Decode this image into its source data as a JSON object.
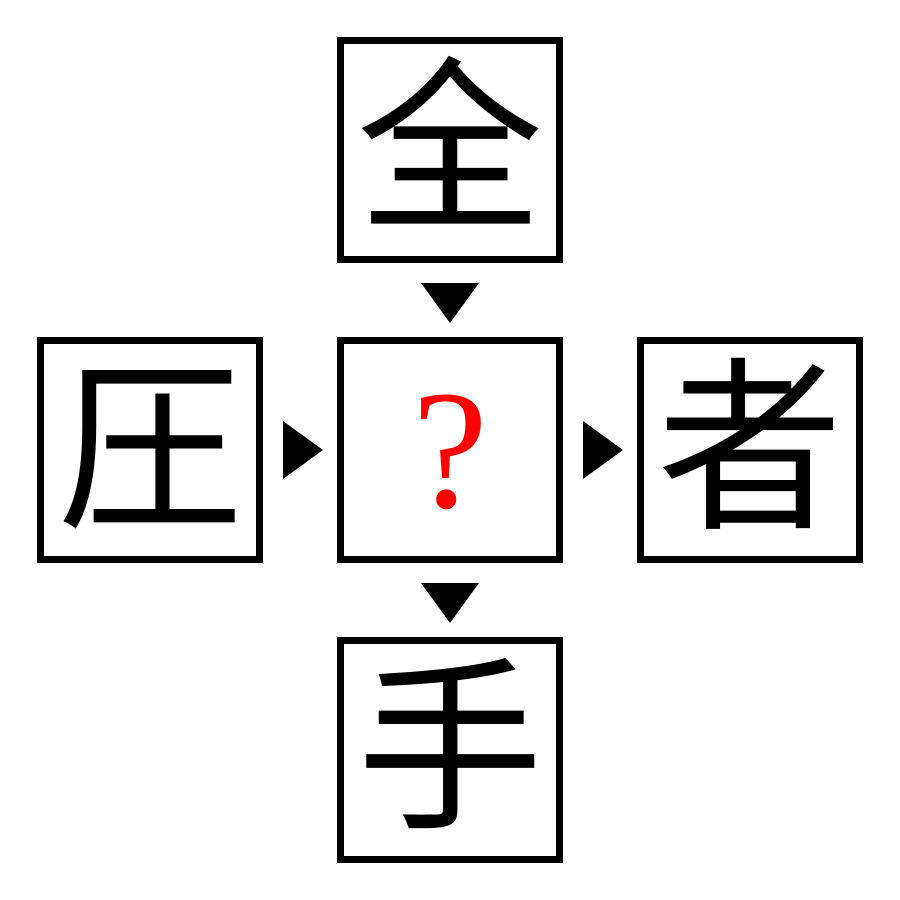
{
  "puzzle": {
    "top": "全",
    "left": "圧",
    "center": "?",
    "right": "者",
    "bottom": "手"
  },
  "colors": {
    "question_mark": "#ff0000",
    "tile_border": "#000000",
    "arrow": "#000000",
    "background": "#ffffff"
  },
  "icons": {
    "arrow_down": "triangle-down-icon",
    "arrow_right": "triangle-right-icon"
  }
}
